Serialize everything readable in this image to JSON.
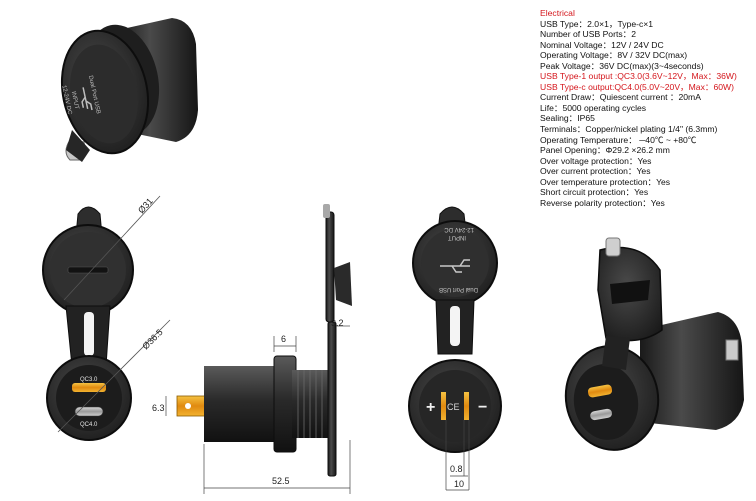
{
  "specs": {
    "heading": "Electrical",
    "lines": [
      "USB Type：2.0×1，Type-c×1",
      "Number of USB Ports：2",
      "Nominal Voltage：12V / 24V DC",
      "Operating Voltage：8V / 32V DC(max)",
      "Peak Voltage：36V DC(max)(3~4seconds)",
      "USB Type-1 output :QC3.0(3.6V~12V，Max：36W)",
      "USB Type-c output:QC4.0(5.0V~20V，Max：60W)",
      "Current Draw：Quiescent current ：20mA",
      "Life：5000 operating cycles",
      "Sealing：IP65",
      "Terminals：Copper/nickel plating 1/4\" (6.3mm)",
      "Operating Temperature：  ─40℃ ~ +80℃",
      "Panel Opening：Φ29.2 ×26.2 mm",
      "Over voltage protection：Yes",
      "Over current protection：Yes",
      "Over temperature protection：Yes",
      "Short circuit protection：Yes",
      "Reverse polarity protection：Yes"
    ],
    "highlight_color": "#d4161c"
  },
  "cap_print": {
    "title": "Dual Port USB",
    "input_label": "INPUT",
    "input_value": "12-24V DC"
  },
  "port_labels": {
    "qc3": "QC3.0",
    "qc4": "QC4.0"
  },
  "dimensions": {
    "cap_diameter": "Ø31",
    "body_diameter": "Ø36.5",
    "nut_width": "6",
    "flange_thickness": "3.2",
    "terminal_width": "6.3",
    "overall_length": "52.5",
    "terminal_gap": "0.8",
    "terminal_span": "10"
  },
  "polarity": {
    "plus": "+",
    "minus": "−",
    "mark": "CE"
  }
}
